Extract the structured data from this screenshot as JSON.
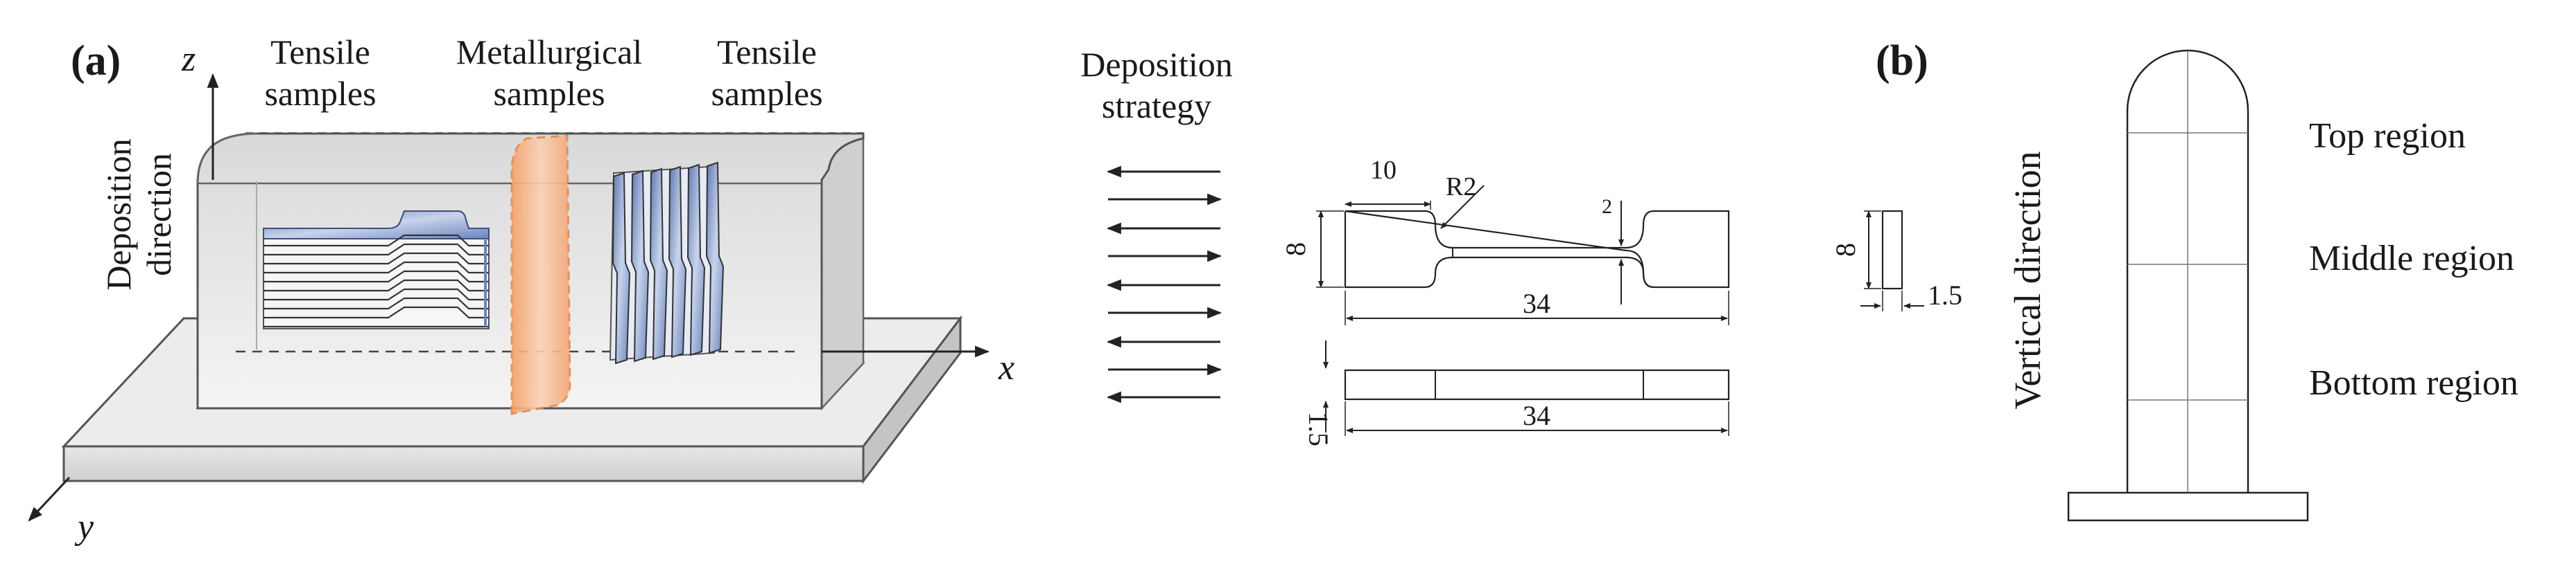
{
  "panel_a": {
    "label": "(a)",
    "axes": {
      "z": "z",
      "x": "x",
      "y": "y"
    },
    "sample_labels": {
      "tensile_left": [
        "Tensile",
        "samples"
      ],
      "metallurgical": [
        "Metallurgical",
        "samples"
      ],
      "tensile_right": [
        "Tensile",
        "samples"
      ]
    },
    "deposition_direction": [
      "Deposition",
      "direction"
    ],
    "deposition_strategy": [
      "Deposition",
      "strategy"
    ],
    "dimensions": {
      "grip_length": "10",
      "fillet": "R2",
      "gauge_width": "2",
      "grip_width": "8",
      "total_length": "34",
      "thickness": "1.5",
      "side_total_length": "34"
    }
  },
  "panel_b": {
    "label": "(b)",
    "vertical_direction": "Vertical direction",
    "side_height": "8",
    "side_width": "1.5",
    "regions": {
      "top": "Top region",
      "middle": "Middle region",
      "bottom": "Bottom region"
    }
  },
  "colors": {
    "block_fill": "#e8e8e8",
    "sample_blue": "#8fa6cf",
    "metallurgical_orange": "#f6b183"
  }
}
